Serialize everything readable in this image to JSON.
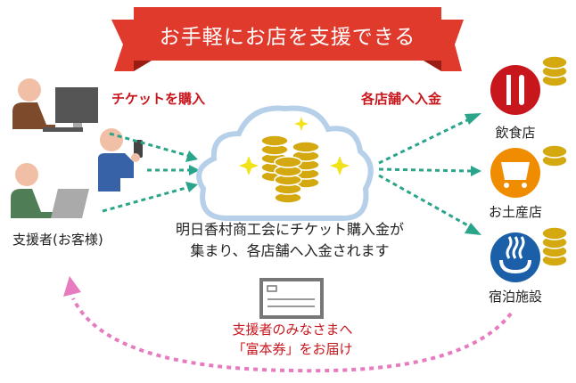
{
  "title": "お手軽にお店を支援できる",
  "left": {
    "label": "支援者(お客様)",
    "action": "チケットを購入"
  },
  "center": {
    "line1": "明日香村商工会にチケット購入金が",
    "line2": "集まり、各店舗へ入金されます"
  },
  "right": {
    "action": "各店舗へ入金",
    "shops": [
      {
        "label": "飲食店",
        "icon": "fork-knife-icon",
        "color": "#c8161d"
      },
      {
        "label": "お土産店",
        "icon": "shopping-cart-icon",
        "color": "#f08c00"
      },
      {
        "label": "宿泊施設",
        "icon": "hot-spring-icon",
        "color": "#1a5fa8"
      }
    ]
  },
  "bottom": {
    "line1": "支援者のみなさまへ",
    "line2": "「富本券」をお届け"
  },
  "colors": {
    "accent": "#c8161d",
    "arrow": "#2aa58a",
    "return_arrow": "#e67bbf",
    "coin": "#d4a90f"
  }
}
